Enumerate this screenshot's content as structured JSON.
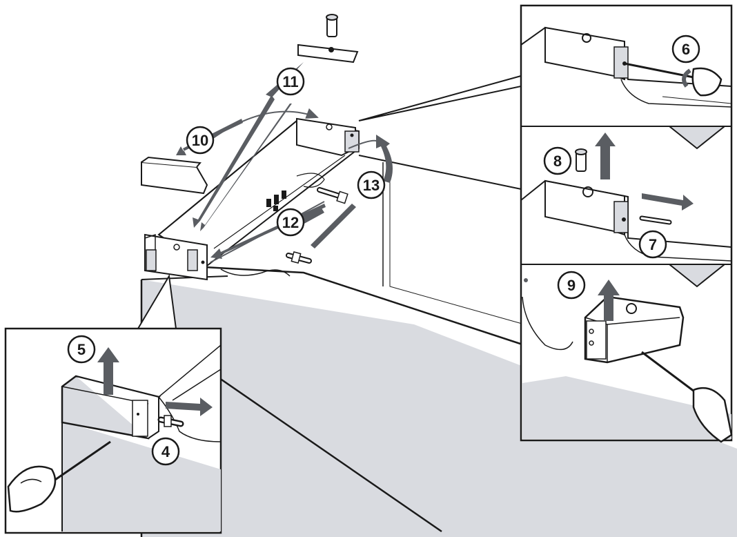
{
  "diagram": {
    "steps": {
      "s4": "4",
      "s5": "5",
      "s6": "6",
      "s7": "7",
      "s8": "8",
      "s9": "9",
      "s10": "10",
      "s11": "11",
      "s12": "12",
      "s13": "13"
    },
    "colors": {
      "panel_fill": "#d9dbe0",
      "arrow_fill": "#5a5d62",
      "line": "#1a1a1a",
      "paper": "#ffffff"
    },
    "icons": [
      "screwdriver-icon",
      "pin-icon",
      "bushing-icon",
      "bracket-icon",
      "cover-cap-icon",
      "direction-arrow-icon"
    ]
  }
}
